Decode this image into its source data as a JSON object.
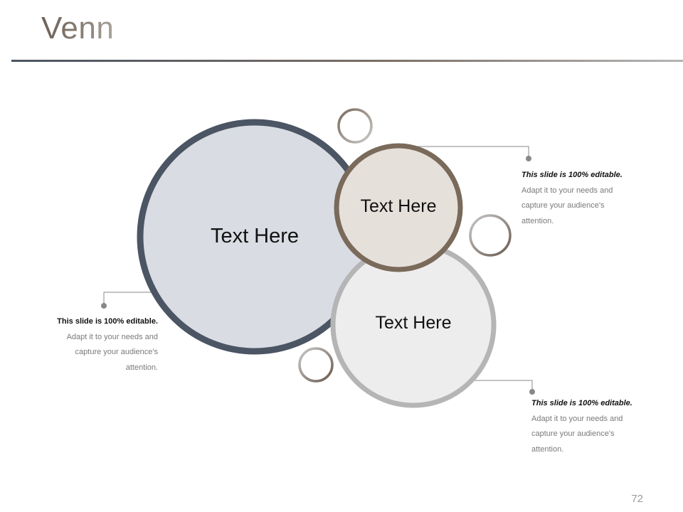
{
  "slide": {
    "title": "Venn",
    "page_number": "72"
  },
  "venn": {
    "circles": [
      {
        "label": "Text Here",
        "fill": "#d9dce3",
        "stroke": "#4b5563"
      },
      {
        "label": "Text Here",
        "fill": "#e6e0db",
        "stroke": "#7a6a5a"
      },
      {
        "label": "Text Here",
        "fill": "#ededed",
        "stroke": "#b5b5b5"
      }
    ]
  },
  "callouts": [
    {
      "heading": "This slide is 100% editable.",
      "body_lines": [
        "Adapt it to your needs and",
        "capture your audience's",
        "attention."
      ]
    },
    {
      "heading": "This slide is 100% editable.",
      "body_lines": [
        "Adapt it to your needs and",
        "capture your audience's",
        "attention."
      ]
    },
    {
      "heading": "This slide is 100% editable.",
      "body_lines": [
        "Adapt it to your needs and",
        "capture your audience's",
        "attention."
      ]
    }
  ],
  "colors": {
    "connector": "#888888",
    "ring_gray": "#7a7a7a",
    "ring_brown": "#7a6a5a"
  }
}
